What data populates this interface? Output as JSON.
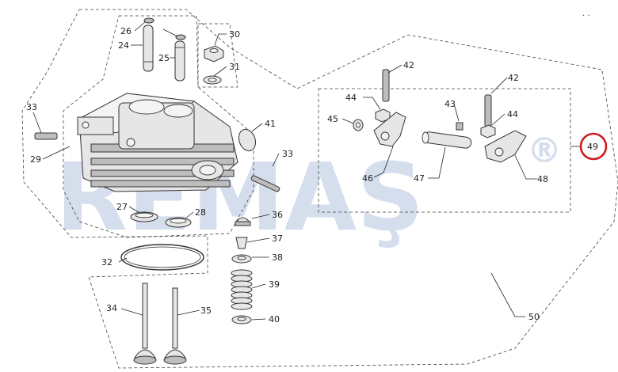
{
  "watermark": {
    "text": "REMAŞ",
    "registered_mark": "®",
    "color": "#1f4f9e"
  },
  "highlight": {
    "label": "49",
    "circle_color": "#d01c1c"
  },
  "callouts": [
    {
      "label": "26"
    },
    {
      "label": "24"
    },
    {
      "label": "25"
    },
    {
      "label": "30"
    },
    {
      "label": "31"
    },
    {
      "label": "33"
    },
    {
      "label": "29"
    },
    {
      "label": "41"
    },
    {
      "label": "33"
    },
    {
      "label": "27"
    },
    {
      "label": "28"
    },
    {
      "label": "36"
    },
    {
      "label": "37"
    },
    {
      "label": "38"
    },
    {
      "label": "32"
    },
    {
      "label": "39"
    },
    {
      "label": "34"
    },
    {
      "label": "35"
    },
    {
      "label": "40"
    },
    {
      "label": "42"
    },
    {
      "label": "44"
    },
    {
      "label": "45"
    },
    {
      "label": "43"
    },
    {
      "label": "42"
    },
    {
      "label": "44"
    },
    {
      "label": "46"
    },
    {
      "label": "47"
    },
    {
      "label": "48"
    },
    {
      "label": "50"
    }
  ],
  "corner_mark": ". ."
}
